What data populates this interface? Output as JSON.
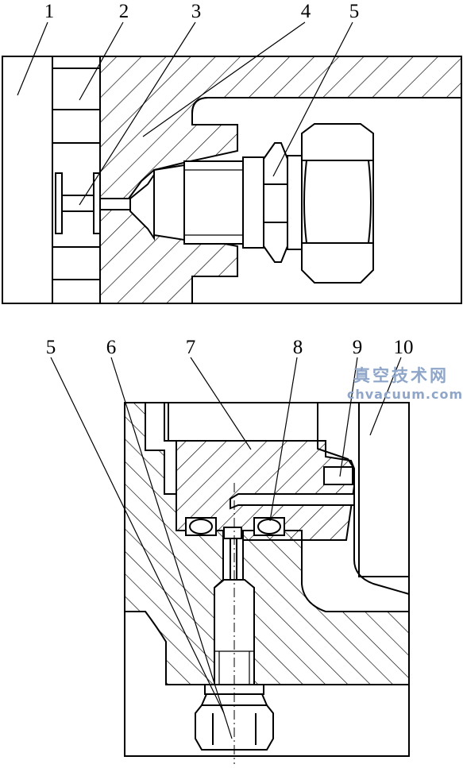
{
  "top_view": {
    "labels": [
      "1",
      "2",
      "3",
      "4",
      "5"
    ]
  },
  "bottom_view": {
    "labels": [
      "5",
      "6",
      "7",
      "8",
      "9",
      "10"
    ]
  },
  "watermark": {
    "line1": "真空技术网",
    "line2": "chvacuum.com"
  }
}
